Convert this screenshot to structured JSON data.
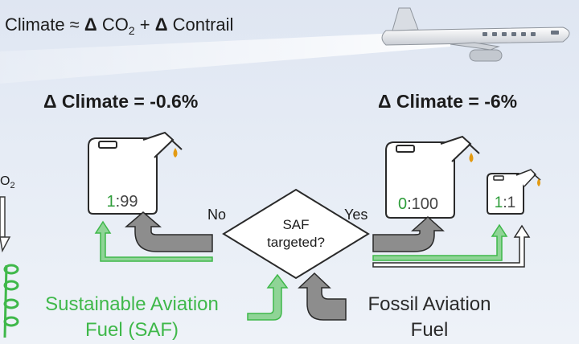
{
  "header": {
    "equation_prefix": "Climate ≈ ",
    "delta": "Δ",
    "co2": "CO",
    "co2_sub": "2",
    "plus": " + ",
    "contrail": "Contrail"
  },
  "left_scenario": {
    "climate_label": "Δ Climate = -0.6%",
    "can_ratio_highlight": "1",
    "can_ratio_rest": ":99"
  },
  "right_scenario": {
    "climate_label": "Δ Climate = -6%",
    "big_can_ratio_highlight": "0",
    "big_can_ratio_rest": ":100",
    "small_can_ratio_highlight": "1",
    "small_can_ratio_rest": ":1"
  },
  "decision": {
    "line1": "SAF",
    "line2": "targeted?",
    "no_label": "No",
    "yes_label": "Yes"
  },
  "fuels": {
    "saf_line1": "Sustainable Aviation",
    "saf_line2": "Fuel (SAF)",
    "fossil_line1": "Fossil Aviation",
    "fossil_line2": "Fuel"
  },
  "side": {
    "co2_fragment": "O",
    "co2_fragment_sub": "2"
  },
  "colors": {
    "saf_green": "#3fb84a",
    "ratio_green": "#2e9d3a",
    "arrow_gray": "#8d8d8d",
    "drop_orange": "#e39a12",
    "text_dark": "#1c1c1c"
  }
}
